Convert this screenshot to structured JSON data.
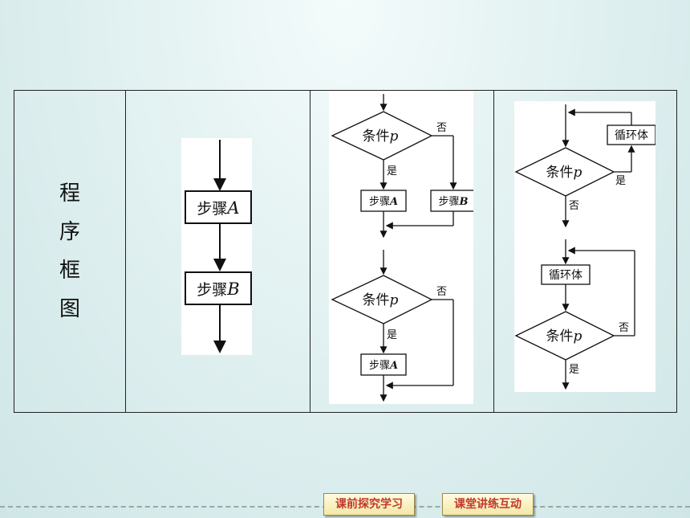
{
  "table": {
    "row_label_chars": [
      "程",
      "序",
      "框",
      "图"
    ]
  },
  "sequence": {
    "step_a": "步骤",
    "step_a_var": "A",
    "step_b": "步骤",
    "step_b_var": "B"
  },
  "selection": {
    "cond_text": "条件",
    "cond_var": "p",
    "yes": "是",
    "no": "否",
    "step_a": "步骤",
    "step_a_var": "A",
    "step_b": "步骤",
    "step_b_var": "B",
    "cond2_text": "条件",
    "cond2_var": "p",
    "yes2": "是",
    "no2": "否",
    "step2_a": "步骤",
    "step2_a_var": "A"
  },
  "loop": {
    "body1": "循环体",
    "cond1_text": "条件",
    "cond1_var": "p",
    "yes1": "是",
    "no1": "否",
    "body2": "循环体",
    "cond2_text": "条件",
    "cond2_var": "p",
    "no2": "否",
    "yes2": "是"
  },
  "nav": {
    "btn1": "课前探究学习",
    "btn2": "课堂讲练互动"
  }
}
